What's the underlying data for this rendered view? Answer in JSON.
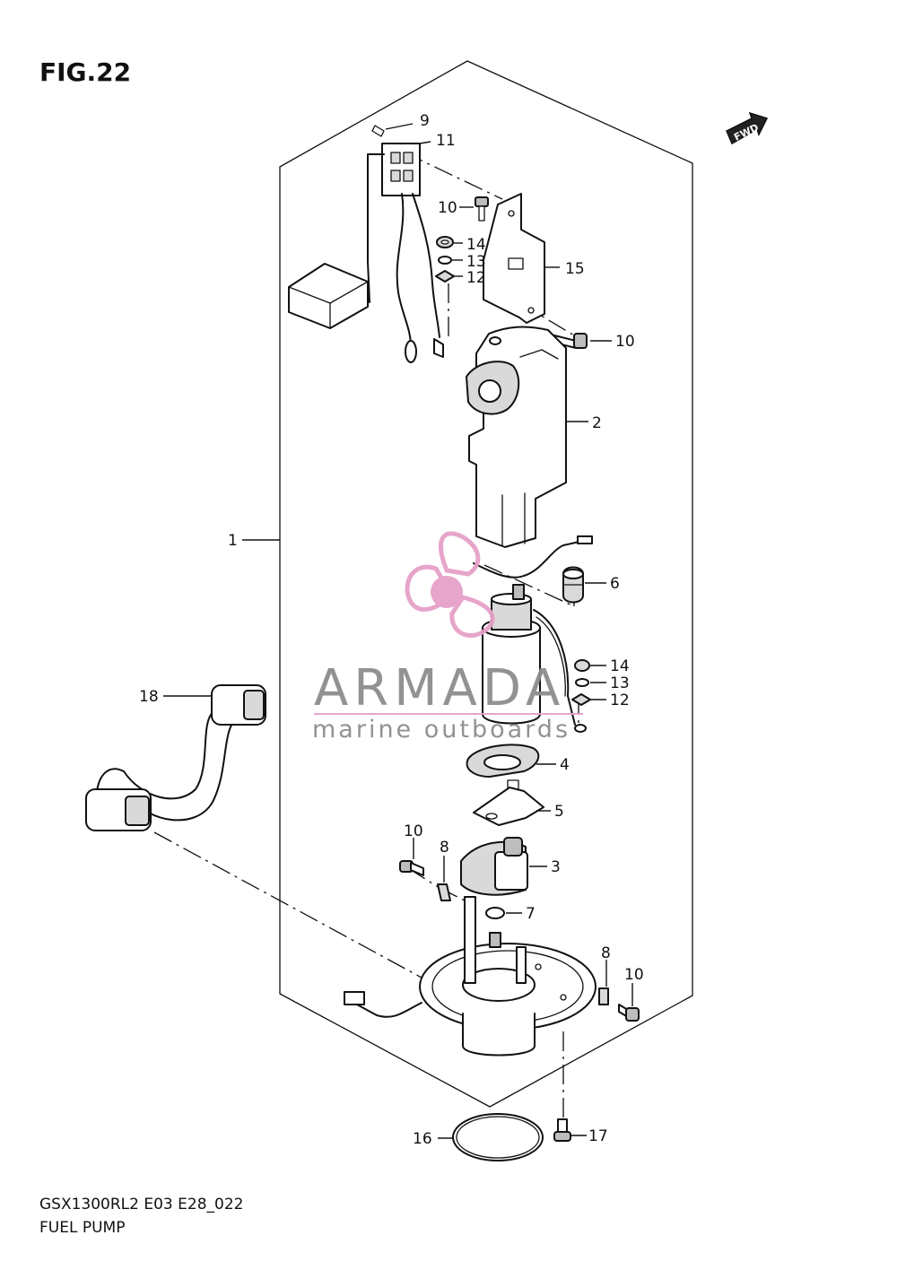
{
  "figure": {
    "title": "FIG.22",
    "model_code": "GSX1300RL2 E03 E28_022",
    "caption": "FUEL PUMP"
  },
  "direction_badge": {
    "label": "FWD"
  },
  "watermark": {
    "brand": "ARMADA",
    "tagline": "marine outboards",
    "accent_color": "#e6a1c9",
    "text_color": "#8d8d8d"
  },
  "callouts": [
    {
      "id": "c9",
      "label": "9"
    },
    {
      "id": "c11",
      "label": "11"
    },
    {
      "id": "c10a",
      "label": "10"
    },
    {
      "id": "c14a",
      "label": "14"
    },
    {
      "id": "c13a",
      "label": "13"
    },
    {
      "id": "c12a",
      "label": "12"
    },
    {
      "id": "c15",
      "label": "15"
    },
    {
      "id": "c10b",
      "label": "10"
    },
    {
      "id": "c2",
      "label": "2"
    },
    {
      "id": "c1",
      "label": "1"
    },
    {
      "id": "c6",
      "label": "6"
    },
    {
      "id": "c14b",
      "label": "14"
    },
    {
      "id": "c13b",
      "label": "13"
    },
    {
      "id": "c12b",
      "label": "12"
    },
    {
      "id": "c18",
      "label": "18"
    },
    {
      "id": "c4",
      "label": "4"
    },
    {
      "id": "c5",
      "label": "5"
    },
    {
      "id": "c10c",
      "label": "10"
    },
    {
      "id": "c8a",
      "label": "8"
    },
    {
      "id": "c3",
      "label": "3"
    },
    {
      "id": "c7",
      "label": "7"
    },
    {
      "id": "c8b",
      "label": "8"
    },
    {
      "id": "c10d",
      "label": "10"
    },
    {
      "id": "c16",
      "label": "16"
    },
    {
      "id": "c17",
      "label": "17"
    }
  ]
}
